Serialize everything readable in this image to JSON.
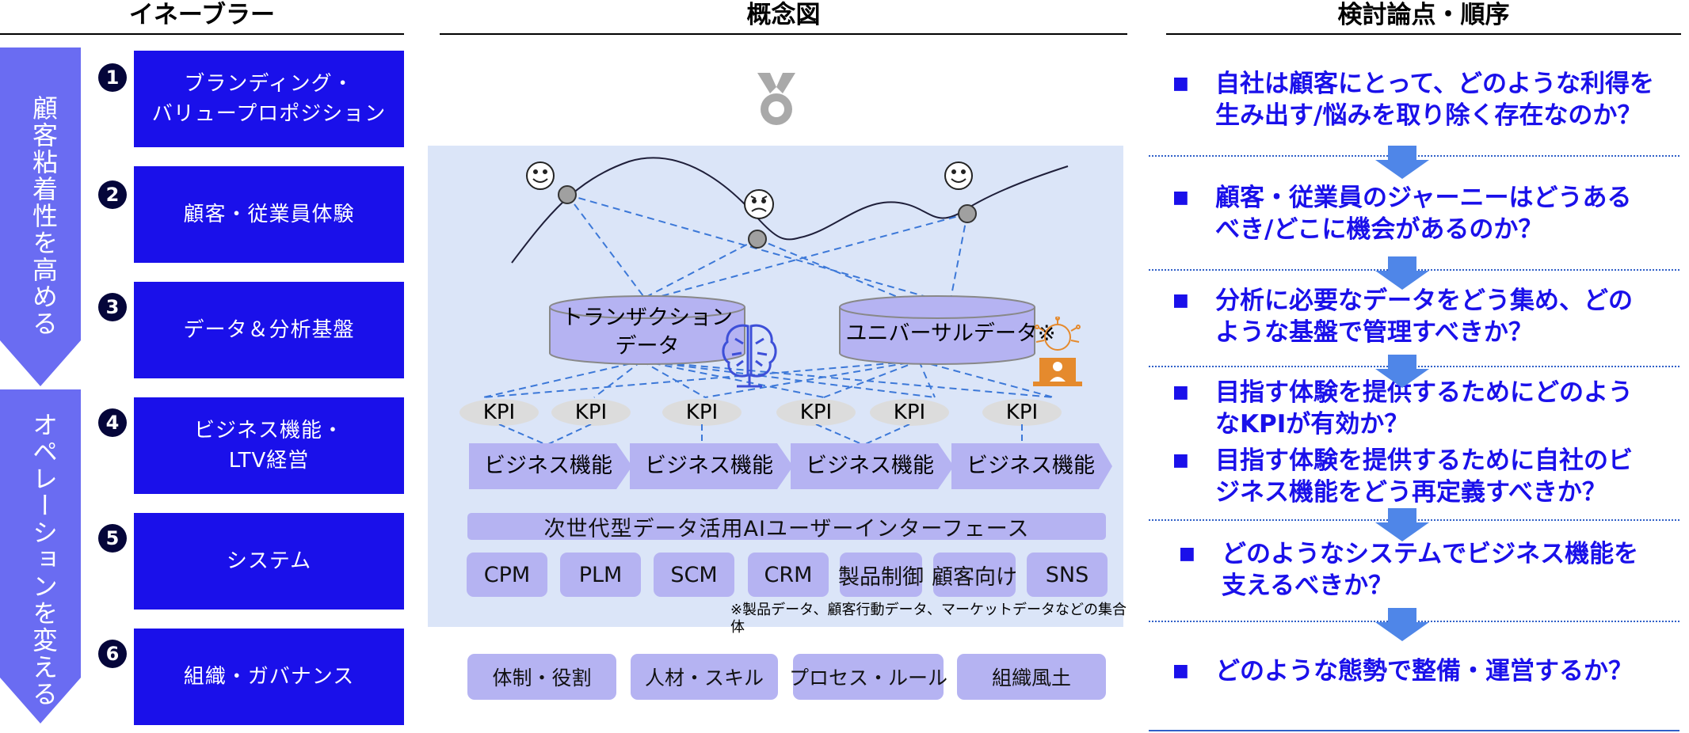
{
  "headers": {
    "enablers": "イネーブラー",
    "concept": "概念図",
    "issues": "検討論点・順序"
  },
  "side_arrows": {
    "top": "顧客粘着性を高める",
    "bottom": "オペレーションを変える"
  },
  "enablers": [
    {
      "num": "1",
      "label": "ブランディング・\nバリュープロポジション"
    },
    {
      "num": "2",
      "label": "顧客・従業員体験"
    },
    {
      "num": "3",
      "label": "データ＆分析基盤"
    },
    {
      "num": "4",
      "label": "ビジネス機能・\nLTV経営"
    },
    {
      "num": "5",
      "label": "システム"
    },
    {
      "num": "6",
      "label": "組織・ガバナンス"
    }
  ],
  "concept": {
    "db_transaction": "トランザクション\nデータ",
    "db_universal": "ユニバーサルデータ※",
    "kpis": [
      "KPI",
      "KPI",
      "KPI",
      "KPI",
      "KPI",
      "KPI"
    ],
    "business_functions": [
      "ビジネス機能",
      "ビジネス機能",
      "ビジネス機能",
      "ビジネス機能"
    ],
    "ai_interface": "次世代型データ活用AIユーザーインターフェース",
    "systems": [
      "CPM",
      "PLM",
      "SCM",
      "CRM",
      "製品制御",
      "顧客向け",
      "SNS"
    ],
    "note": "※製品データ、顧客行動データ、マーケットデータなどの集合体",
    "org": [
      "体制・役割",
      "人材・スキル",
      "プロセス・ルール",
      "組織風土"
    ]
  },
  "questions": [
    {
      "bullet": "■",
      "text": "自社は顧客にとって、どのような利得を\n生み出す/悩みを取り除く存在なのか？"
    },
    {
      "bullet": "■",
      "text": "顧客・従業員のジャーニーはどうある\nべき/どこに機会があるのか？"
    },
    {
      "bullet": "■",
      "text": "分析に必要なデータをどう集め、どの\nような基盤で管理すべきか？"
    },
    {
      "bullet": "■",
      "text": "目指す体験を提供するためにどのよう\nなKPIが有効か？"
    },
    {
      "bullet": "■",
      "text": "目指す体験を提供するために自社のビ\nジネス機能をどう再定義すべきか？"
    },
    {
      "bullet": "■",
      "text": "どのようなシステムでビジネス機能を\n支えるべきか？"
    },
    {
      "bullet": "■",
      "text": "どのような態勢で整備・運営するか？"
    }
  ],
  "colors": {
    "enabler_box": "#1a10ea",
    "side_arrow": "#6a6cf2",
    "concept_bg": "#dbe5f8",
    "pill": "#b5b3f2",
    "question_text": "#1a10ea",
    "flow_arrow": "#4f86e8"
  }
}
